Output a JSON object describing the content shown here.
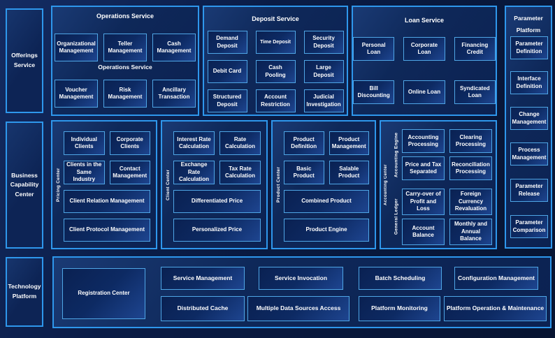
{
  "colors": {
    "background": "#0a1c46",
    "panel_fill": "#0e2859",
    "panel_border": "#2e97ec",
    "box_border": "#4fa6e6",
    "box_fill": "#0d2a63",
    "text": "#ffffff"
  },
  "rail": {
    "offerings": "Offerings Service",
    "business": "Business Capability Center",
    "technology": "Technology Platform"
  },
  "operations": {
    "title": "Operations Service",
    "mid_label": "Operations Service",
    "row1": [
      "Organizational Management",
      "Teller Management",
      "Cash Management"
    ],
    "row2": [
      "Voucher Management",
      "Risk Management",
      "Ancillary Transaction"
    ]
  },
  "deposit": {
    "title": "Deposit Service",
    "items": [
      "Demand Deposit",
      "Time Deposit",
      "Security Deposit",
      "Debit Card",
      "Cash Pooling",
      "Large Deposit",
      "Structured Deposit",
      "Account Restriction",
      "Judicial Investigation"
    ]
  },
  "loan": {
    "title": "Loan Service",
    "items": [
      "Personal Loan",
      "Corporate Loan",
      "Financing Credit",
      "Bill Discounting",
      "Online Loan",
      "Syndicated Loan"
    ]
  },
  "parameter": {
    "title": "Parameter Platform",
    "items": [
      "Parameter Definition",
      "Interface Definition",
      "Change Management",
      "Process Management",
      "Parameter Release",
      "Parameter Comparison"
    ]
  },
  "pricing": {
    "label": "Pricing Center",
    "small": [
      "Individual Clients",
      "Corporate Clients",
      "Clients in the Same Industry",
      "Contact Management"
    ],
    "wide": [
      "Client Relation Management",
      "Client Protocol Management"
    ]
  },
  "client": {
    "label": "Client Center",
    "small": [
      "Interest Rate Calculation",
      "Rate Calculation",
      "Exchange Rate Calculation",
      "Tax Rate Calculation"
    ],
    "wide": [
      "Differentiated Price",
      "Personalized Price"
    ]
  },
  "product": {
    "label": "Product Center",
    "small": [
      "Product Definition",
      "Product Management",
      "Basic Product",
      "Salable Product"
    ],
    "wide": [
      "Combined Product",
      "Product Engine"
    ]
  },
  "accounting": {
    "label": "Accounting Center",
    "groups": [
      {
        "label": "Accounting Engine",
        "items": [
          "Accounting Processing",
          "Clearing Processing",
          "Price and Tax Separated",
          "Reconciliation Processing"
        ]
      },
      {
        "label": "General Ledger",
        "items": [
          "Carry-over of Profit and Loss",
          "Foreign Currency Revaluation",
          "Account Balance",
          "Monthly and Annual Balance"
        ]
      }
    ]
  },
  "technology": {
    "registration": "Registration Center",
    "row1": [
      "Service Management",
      "Service Invocation",
      "Batch Scheduling",
      "Configuration Management"
    ],
    "row2": [
      "Distributed Cache",
      "Multiple Data Sources Access",
      "Platform Monitoring",
      "Platform Operation & Maintenance"
    ]
  }
}
